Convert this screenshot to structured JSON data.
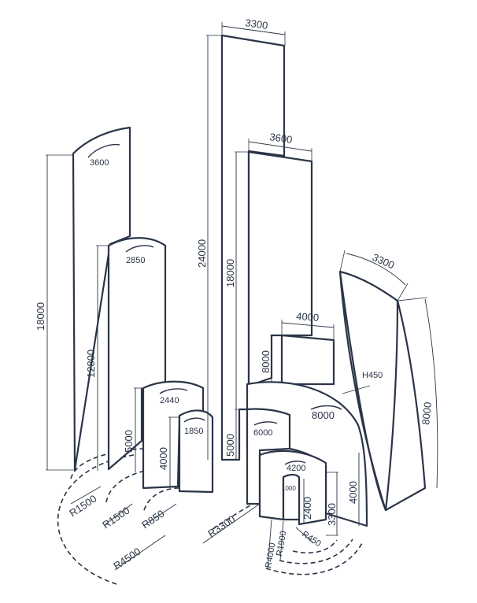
{
  "dimensions": {
    "w3300_top": "3300",
    "w3600_mid": "3600",
    "w4000": "4000",
    "w3300_curved": "3300",
    "arc3600": "3600",
    "arc2850": "2850",
    "arc2440": "2440",
    "arc1850": "1850",
    "arc6000": "6000",
    "arc8000": "8000",
    "arc4200": "4200",
    "arc1000": "1000",
    "h18000_left": "18000",
    "h12800": "12800",
    "h5000_left": "5000",
    "h4000_left": "4000",
    "h24000": "24000",
    "h18000_mid": "18000",
    "h5000_mid": "5000",
    "h8000_mid": "8000",
    "h8000_right": "8000",
    "h2400": "2400",
    "h3300": "3300",
    "h4000_right": "4000",
    "h450": "H450",
    "r1500_a": "R1500",
    "r1500_b": "R1500",
    "r850": "R850",
    "r4500": "R4500",
    "r3300": "R3300",
    "r4000": "R4000",
    "r1900": "R1900",
    "r450": "R450"
  }
}
